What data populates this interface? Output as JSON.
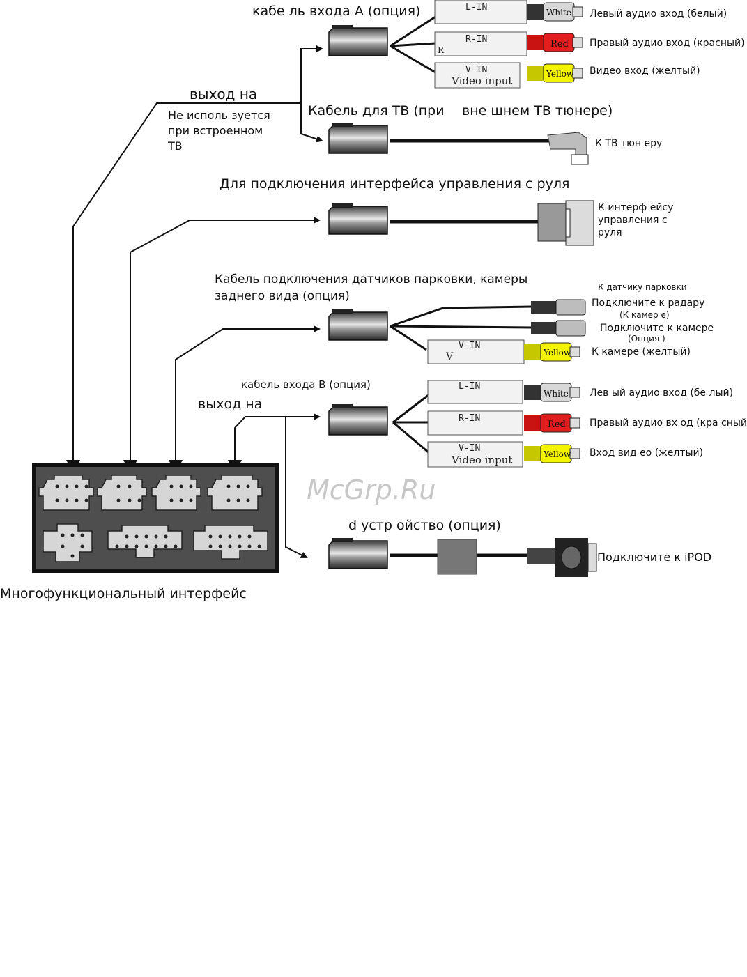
{
  "watermark": "McGrp.Ru",
  "interface_label": "Многофункциональный интерфейс",
  "groups": {
    "input_a": {
      "title": "кабе ль входа А (опция)",
      "exit_label": "выход на",
      "box_l": "L-IN",
      "box_r": "R-IN",
      "box_r_small": "R",
      "box_v": "V-IN",
      "box_v_sub": "Video input",
      "plug_white": "White",
      "plug_red": "Red",
      "plug_yellow": "Yellow",
      "desc_l": "Левый аудио вход (белый)",
      "desc_r": "Правый аудио вход (красный)",
      "desc_v": "Видео вход (желтый)"
    },
    "tv": {
      "note_line1": "Не исполь зуется",
      "note_line2": "при встроенном",
      "note_line3": "ТВ",
      "title_part1": "Кабель для ТВ (при",
      "title_part2": "вне шнем ТВ тюнере)",
      "desc": "К ТВ тюн еру"
    },
    "steering": {
      "title": "Для подключения интерфейса управления с руля",
      "desc_line1": "К интерф ейсу",
      "desc_line2": "управления с",
      "desc_line3": "руля"
    },
    "parking": {
      "title_line1": "Кабель подключения датчиков парковки, камеры",
      "title_line2": "заднего вида (опция)",
      "desc_top": "К датчику парковки",
      "desc_radar": "Подключите к радару",
      "desc_cam_paren": "(К камер е)",
      "desc_camera": "Подключите к камере",
      "desc_opt": "(Опция )",
      "desc_yellow": "К камере (желтый)",
      "box_v": "V-IN",
      "box_v_small": "V",
      "plug_yellow": "Yellow"
    },
    "input_b": {
      "title": "кабель входа В (опция)",
      "exit_label": "выход на",
      "box_l": "L-IN",
      "box_r": "R-IN",
      "box_v": "V-IN",
      "box_v_sub": "Video input",
      "plug_white": "White",
      "plug_red": "Red",
      "plug_yellow": "Yellow",
      "desc_l": "Лев ый аудио вход (бе лый)",
      "desc_r": "Правый аудио вх од (кра сный)",
      "desc_v": "Вход вид ео (желтый)"
    },
    "ipod": {
      "title": "d устр ойство (опция)",
      "desc": "Подключите к iPOD"
    }
  }
}
